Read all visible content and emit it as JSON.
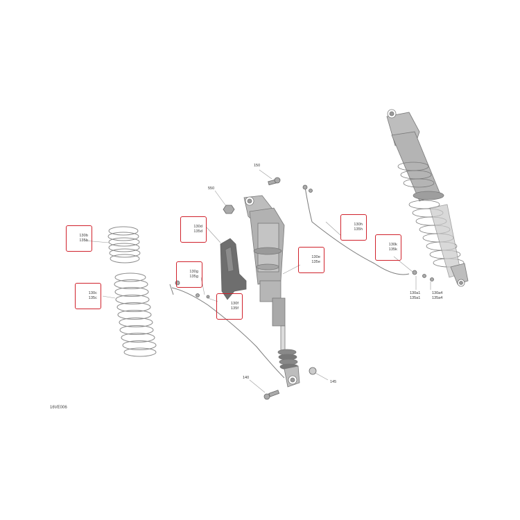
{
  "diagram_code": "16VE006",
  "callouts": [
    {
      "name": "callout-130b",
      "lines": [
        "130b",
        "135b"
      ]
    },
    {
      "name": "callout-130c",
      "lines": [
        "130c",
        "135c"
      ]
    },
    {
      "name": "callout-130d",
      "lines": [
        "130d",
        "135d"
      ]
    },
    {
      "name": "callout-130g",
      "lines": [
        "130g",
        "135g"
      ]
    },
    {
      "name": "callout-130f",
      "lines": [
        "130f",
        "135f"
      ]
    },
    {
      "name": "callout-130e",
      "lines": [
        "130e",
        "135e"
      ]
    },
    {
      "name": "callout-130h",
      "lines": [
        "130h",
        "135h"
      ]
    },
    {
      "name": "callout-130k",
      "lines": [
        "130k",
        "135k"
      ]
    }
  ],
  "labels": {
    "p150": "150",
    "p550": "550",
    "p140": "140",
    "p145": "145",
    "p130a1": [
      "130a1",
      "135a1"
    ],
    "p130a4": [
      "130a4",
      "135a4"
    ]
  },
  "colors": {
    "callout_border": "#d0202a",
    "line_art": "#8a8a8a",
    "shock_body": "#b9b9b9"
  }
}
